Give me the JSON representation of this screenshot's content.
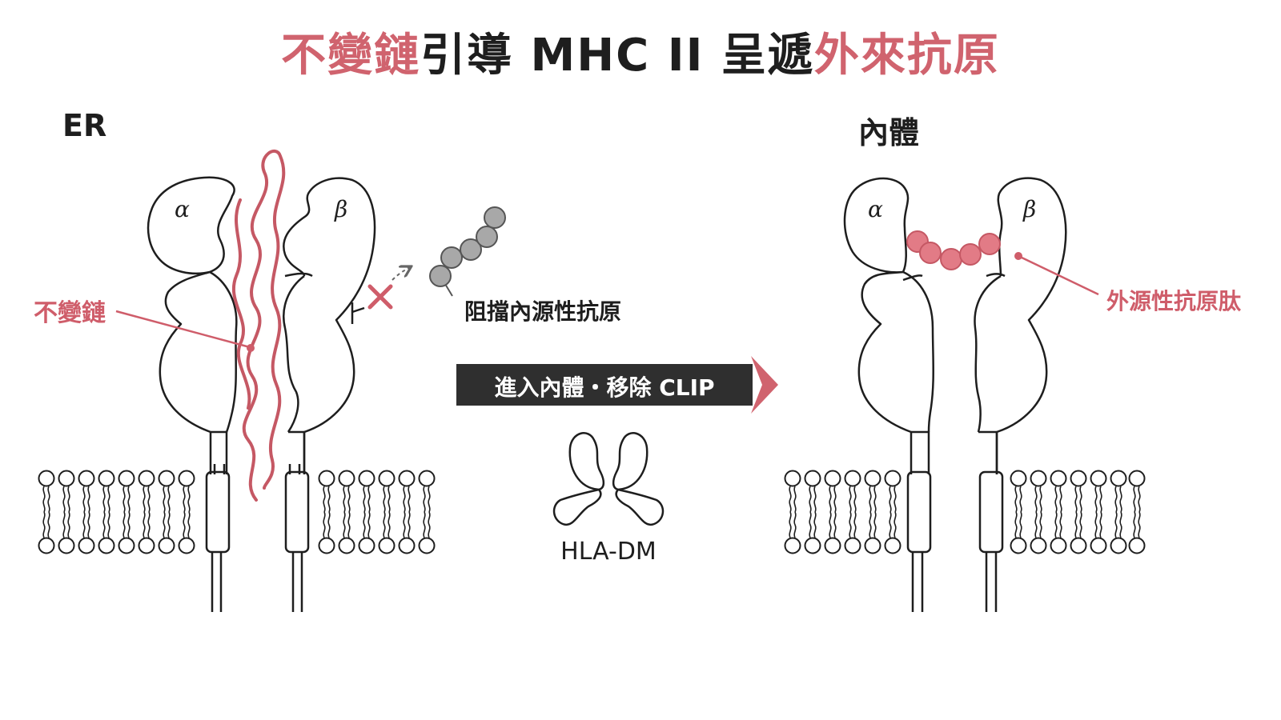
{
  "title": {
    "part1": "不變鏈",
    "part2": "引導 MHC II 呈遞",
    "part3": "外來抗原"
  },
  "left": {
    "compartment": "ER",
    "alpha": "α",
    "beta": "β",
    "invariant_chain_label": "不變鏈",
    "block_label": "阻擋內源性抗原"
  },
  "middle": {
    "arrow_label": "進入內體・移除 CLIP",
    "dm_label": "HLA-DM"
  },
  "right": {
    "compartment": "內體",
    "alpha": "α",
    "beta": "β",
    "peptide_label": "外源性抗原肽"
  },
  "colors": {
    "accent": "#d0636e",
    "ink": "#1e1e1e",
    "arrow": "#2f2f2f",
    "peptide_fill": "#e27b86",
    "endogenous_fill": "#a8a8a8"
  }
}
